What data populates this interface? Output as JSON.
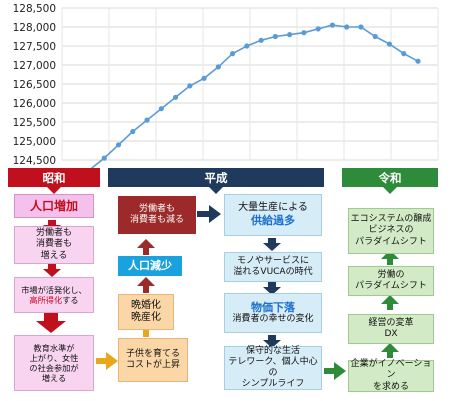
{
  "chart_data": {
    "type": "line",
    "x": [
      1,
      2,
      3,
      4,
      5,
      6,
      7,
      8,
      9,
      10,
      11,
      12,
      13,
      14,
      15,
      16,
      17,
      18,
      19,
      20,
      21,
      22,
      23,
      24
    ],
    "values": [
      124250,
      124550,
      124900,
      125250,
      125550,
      125850,
      126150,
      126450,
      126650,
      126950,
      127300,
      127500,
      127650,
      127750,
      127800,
      127850,
      127950,
      128050,
      128000,
      128000,
      127750,
      127550,
      127300,
      127100
    ],
    "ylim": [
      124500,
      128500
    ],
    "yticks": [
      "128,500",
      "128,000",
      "127,500",
      "127,000",
      "126,500",
      "126,000",
      "125,500",
      "125,000",
      "124,500"
    ],
    "grid": true,
    "line_color": "#5b9bd5"
  },
  "eras": {
    "showa": "昭和",
    "heisei": "平成",
    "reiwa": "令和"
  },
  "boxes": {
    "jinko_zoka": "人口増加",
    "rodosha_1": "労働者も",
    "rodosha_2": "消費者も",
    "rodosha_3": "増える",
    "shijo_1": "市場が活発化し、",
    "shijo_2_red": "高所得化",
    "shijo_2_rest": "する",
    "kyoiku_1": "教育水準が",
    "kyoiku_2": "上がり、女性",
    "kyoiku_3": "の社会参加が",
    "kyoiku_4": "増える",
    "genshou_1": "労働者も",
    "genshou_2": "消費者も減る",
    "jinko_gensho": "人口減少",
    "bankon_1": "晩婚化",
    "bankon_2": "晩産化",
    "kosodate_1": "子供を育てる",
    "kosodate_2": "コストが上昇",
    "taryo_1": "大量生産による",
    "taryo_2": "供給過多",
    "mono_1": "モノやサービスに",
    "mono_2": "溢れるVUCAの時代",
    "bukka_1": "物価下落",
    "bukka_2": "消費者の幸せの変化",
    "hoshu_1": "保守的な生活",
    "hoshu_2": "テレワーク、個人中心の",
    "hoshu_3": "シンプルライフ",
    "eco_1": "エコシステムの醸成",
    "eco_2": "ビジネスの",
    "eco_3": "パラダイムシフト",
    "rodo_1": "労働の",
    "rodo_2": "パラダイムシフト",
    "keiei_1": "経営の変革",
    "keiei_2": "DX",
    "kigyo_1": "企業がイノベーション",
    "kigyo_2": "を求める"
  }
}
